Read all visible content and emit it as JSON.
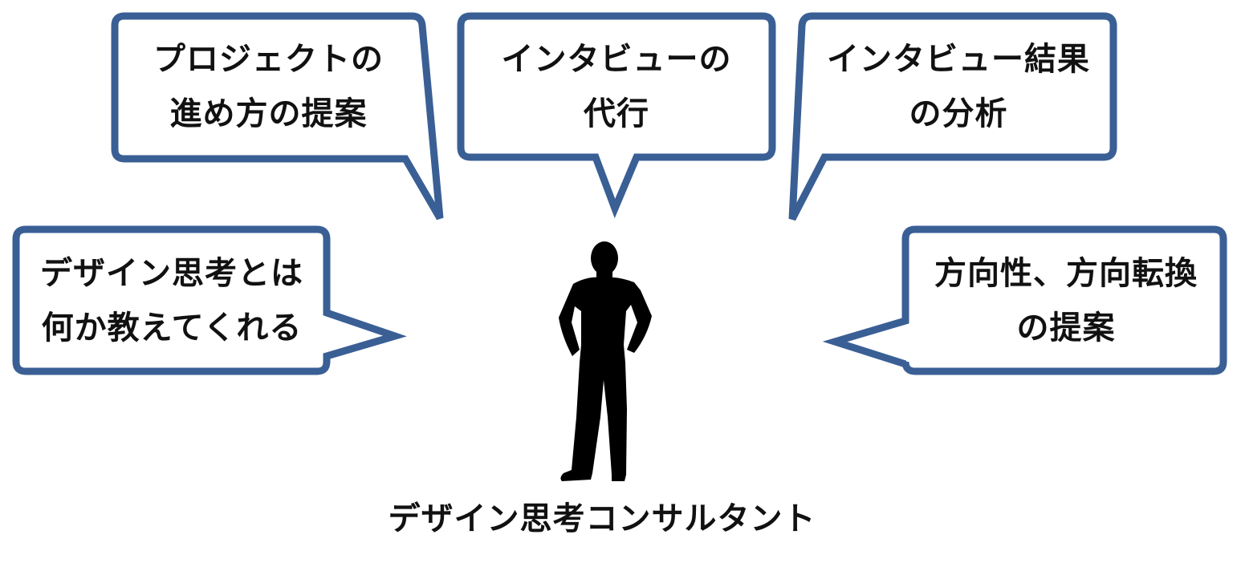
{
  "colors": {
    "bubble_border": "#3a5f95",
    "bubble_fill": "#ffffff",
    "text": "#111111",
    "silhouette": "#000000"
  },
  "bubbles": [
    {
      "id": "project",
      "lines": [
        "プロジェクトの",
        "進め方の提案"
      ]
    },
    {
      "id": "interview",
      "lines": [
        "インタビューの",
        "代行"
      ]
    },
    {
      "id": "analysis",
      "lines": [
        "インタビュー結果",
        "の分析"
      ]
    },
    {
      "id": "teaching",
      "lines": [
        "デザイン思考とは",
        "何か教えてくれる"
      ]
    },
    {
      "id": "direction",
      "lines": [
        "方向性、方向転換",
        "の提案"
      ]
    }
  ],
  "person": {
    "icon": "person-silhouette-icon",
    "label": "デザイン思考コンサルタント"
  }
}
